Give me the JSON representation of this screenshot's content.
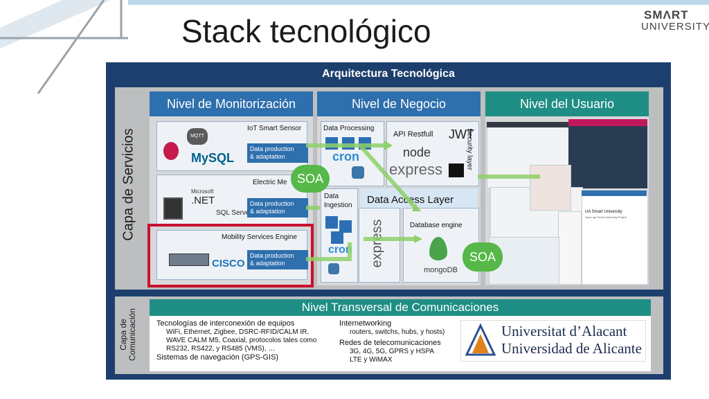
{
  "header": {
    "title": "Stack tecnológico",
    "logo_line1": "SMΛRT",
    "logo_line2": "UNIVERSITY"
  },
  "diagram": {
    "outer_title": "Arquitectura Tecnológica",
    "services_label": "Capa de Servicios",
    "comm_label_1": "Capa de",
    "comm_label_2": "Comunicación",
    "monitor": {
      "title": "Nivel de Monitorización",
      "iot_label": "IoT Smart Sensor",
      "electric_label": "Electric Me",
      "mobility_label": "Mobility Services Engine",
      "dp_line1": "Data production",
      "dp_line2": "& adaptation",
      "mqtt": "MQTT",
      "mysql": "MySQL",
      "ms_label": "Microsoft",
      "net_label": ".NET",
      "sqlserver_label": "SQL Server",
      "cisco_label": "CISCO"
    },
    "negocio": {
      "title": "Nivel de Negocio",
      "data_processing": "Data Processing",
      "api_restfull": "API Restfull",
      "security_layer": "Security layer",
      "jwt": "JWT",
      "data_ingestion_1": "Data",
      "data_ingestion_2": "Ingestion",
      "dal": "Data Access Layer",
      "database_engine": "Database engine",
      "cron": "cron",
      "node": "node",
      "express": "express",
      "mongodb": "mongoDB"
    },
    "usuario": {
      "title": "Nivel del Usuario",
      "ua_title": "UA Smart University",
      "ua_sub": "Open api Smart University Project"
    },
    "soa_label": "SOA",
    "transversal": {
      "title": "Nivel Transversal de Comunicaciones",
      "col1_head": "Tecnologías de interconexión de equipos",
      "col1_l1": "WiFi, Ethernet, Zigbee, DSRC-RFID/CALM IR,",
      "col1_l2": "WAVE CALM M5, Coaxial, protocolos tales como",
      "col1_l3": "RS232, RS422, y RS485 (VMS), …",
      "col1_foot": "Sistemas de navegación (GPS-GIS)",
      "col2_head": "Internetworking",
      "col2_l1": "routers, switchs, hubs, y hosts)",
      "col2_head2": "Redes de telecomunicaciones",
      "col2_l2": "3G, 4G, 5G, GPRS y HSPA",
      "col2_l3": "LTE y WiMAX",
      "ua_name_1": "Universitat d’Alacant",
      "ua_name_2": "Universidad de Alicante"
    }
  },
  "colors": {
    "navy": "#1d3f6e",
    "blue_head": "#2e6fad",
    "teal": "#1f8e84",
    "green": "#55b848",
    "highlight": "#c8102e"
  }
}
